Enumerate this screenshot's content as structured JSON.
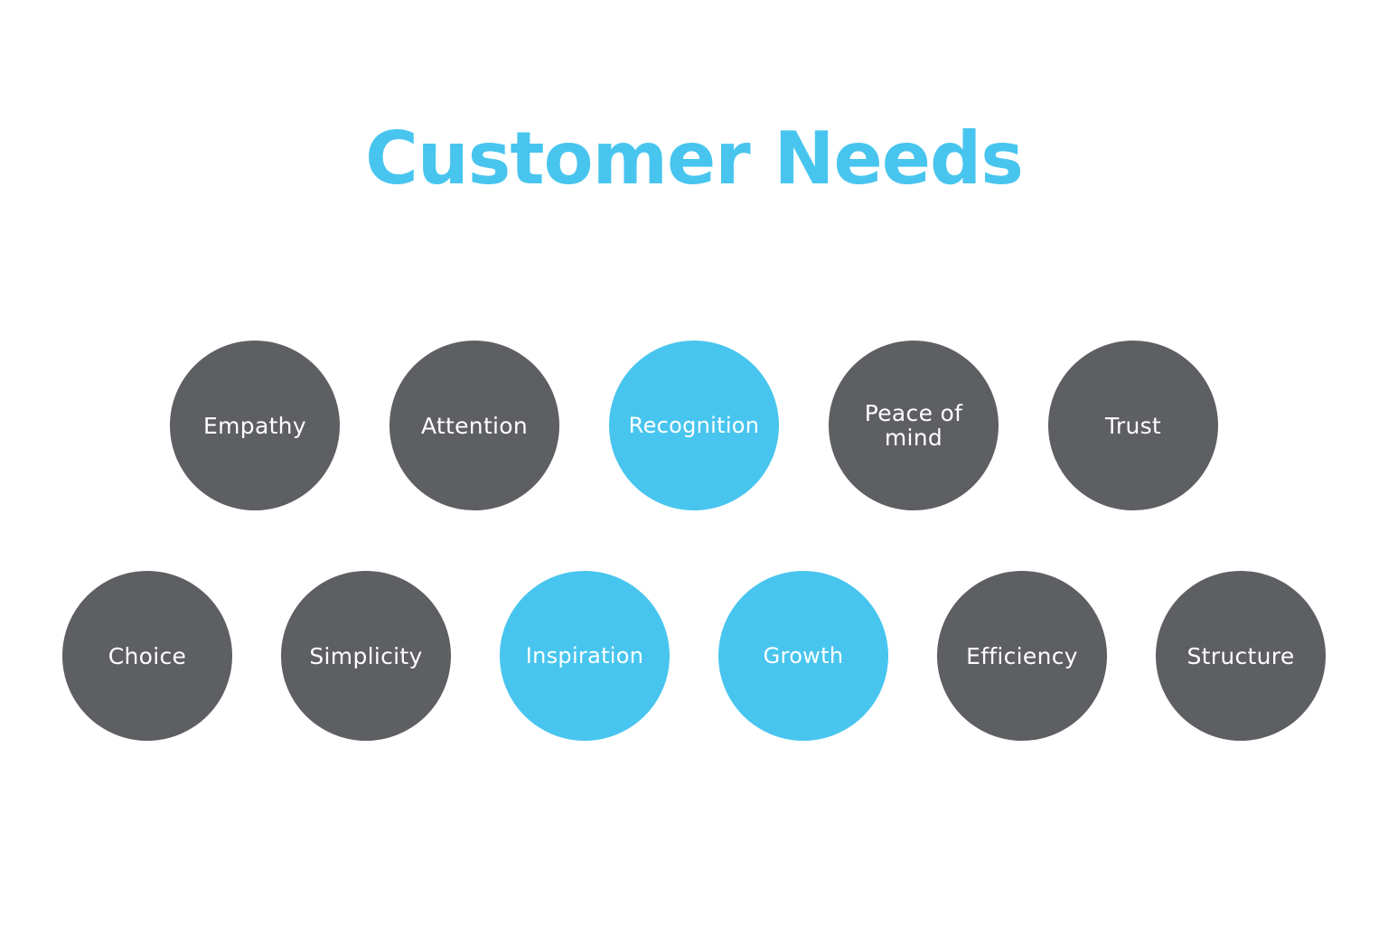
{
  "title": "Customer Needs",
  "colors": {
    "title": "#48c5ee",
    "circle_default": "#5e5f63",
    "circle_highlight": "#48c5ee",
    "label_text": "#ffffff",
    "background": "#ffffff"
  },
  "rows": [
    {
      "items": [
        {
          "label": "Empathy",
          "highlighted": false
        },
        {
          "label": "Attention",
          "highlighted": false
        },
        {
          "label": "Recognition",
          "highlighted": true
        },
        {
          "label": "Peace of\nmind",
          "highlighted": false
        },
        {
          "label": "Trust",
          "highlighted": false
        }
      ]
    },
    {
      "items": [
        {
          "label": "Choice",
          "highlighted": false
        },
        {
          "label": "Simplicity",
          "highlighted": false
        },
        {
          "label": "Inspiration",
          "highlighted": true
        },
        {
          "label": "Growth",
          "highlighted": true
        },
        {
          "label": "Efficiency",
          "highlighted": false
        },
        {
          "label": "Structure",
          "highlighted": false
        }
      ]
    }
  ]
}
